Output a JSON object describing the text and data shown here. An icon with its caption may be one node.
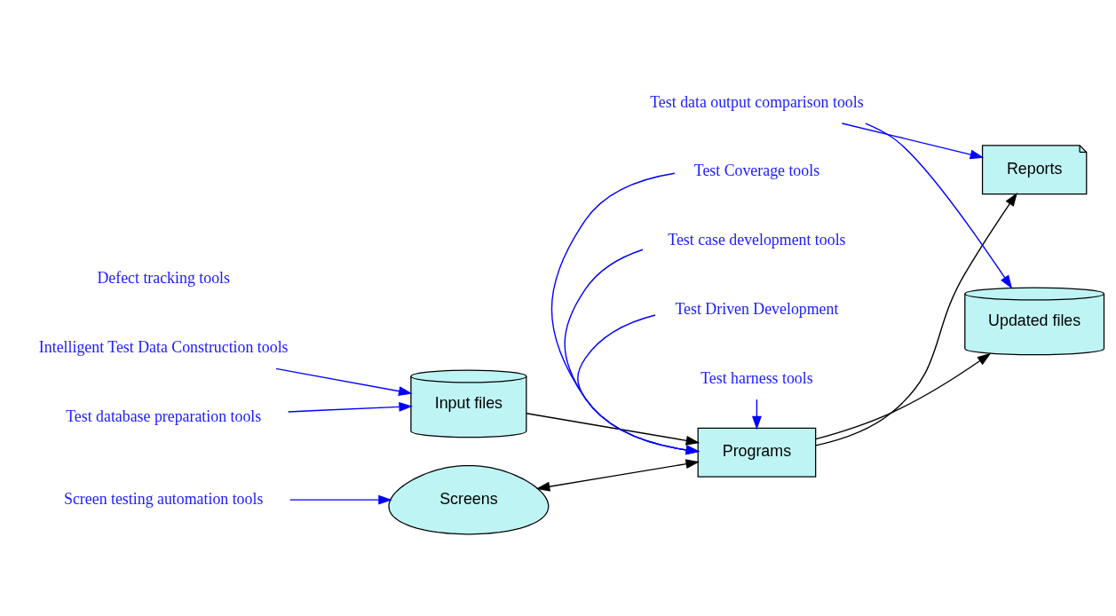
{
  "diagram": {
    "nodes": [
      {
        "text": [
          "Test database preparation tools"
        ]
      },
      {
        "text": [
          "Intelligent Test Data Construction tools"
        ]
      },
      {
        "text": [
          "Input files"
        ]
      },
      {
        "text": [
          "Screens"
        ]
      },
      {
        "text": [
          "Programs"
        ]
      },
      {
        "text": [
          "Reports"
        ]
      },
      {
        "text": [
          "Updated files"
        ]
      },
      {
        "text": [
          "Test data output comparison tools"
        ]
      },
      {
        "text": [
          "Screen testing automation tools"
        ]
      },
      {
        "text": [
          "Test Coverage tools"
        ]
      },
      {
        "text": [
          "Test case development tools"
        ]
      },
      {
        "text": [
          "Test Driven Development"
        ]
      },
      {
        "text": [
          "Test harness tools"
        ]
      }
    ],
    "edges": [
      {
        "from": 0,
        "to": 2,
        "arrow": "to"
      },
      {
        "from": 1,
        "to": 2,
        "arrow": "to"
      },
      {
        "from": 2,
        "to": 4,
        "arrow": "to",
        "color": "#000000"
      },
      {
        "from": 3,
        "to": 4,
        "arrow": "both",
        "color": "#000000"
      },
      {
        "from": 4,
        "to": 5,
        "arrow": "to",
        "color": "#000000"
      },
      {
        "from": 4,
        "to": 6,
        "arrow": "to",
        "color": "#000000"
      },
      {
        "from": 7,
        "to": 5,
        "arrow": "to"
      },
      {
        "from": 7,
        "to": 6,
        "arrow": "to"
      },
      {
        "from": 8,
        "to": 3,
        "arrow": "to"
      },
      {
        "from": 9,
        "to": 4,
        "arrow": "to"
      },
      {
        "from": 10,
        "to": 4,
        "arrow": "to"
      },
      {
        "from": 11,
        "to": 4,
        "arrow": "to"
      },
      {
        "from": 12,
        "to": 4,
        "arrow": "to"
      }
    ],
    "labels": [
      "Defect tracking tools"
    ]
  }
}
